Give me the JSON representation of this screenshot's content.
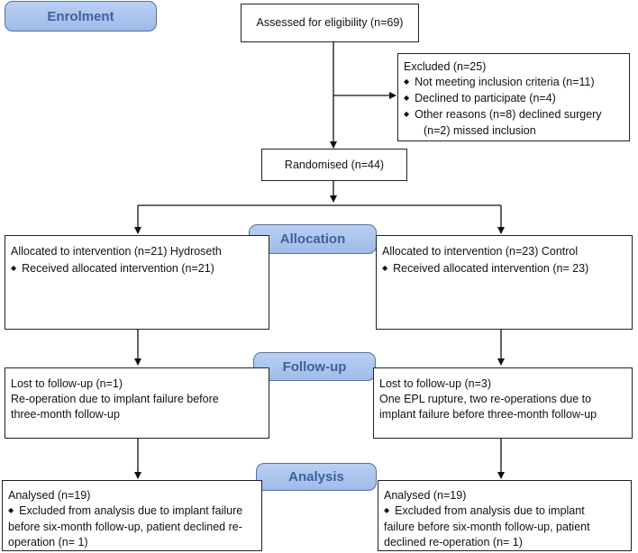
{
  "stages": {
    "enrolment": "Enrolment",
    "allocation": "Allocation",
    "followup": "Follow-up",
    "analysis": "Analysis"
  },
  "assessed": "Assessed for eligibility (n=69)",
  "excluded": {
    "title": "Excluded  (n=25)",
    "items": [
      "Not meeting inclusion criteria (n=11)",
      "Declined to participate (n=4)",
      "Other reasons (n=8) declined surgery"
    ],
    "sub": "(n=2) missed inclusion"
  },
  "randomised": "Randomised (n=44)",
  "allocation": {
    "left": {
      "title": "Allocated to intervention (n=21) Hydroseth",
      "bullet": "Received allocated intervention (n=21)"
    },
    "right": {
      "title": "Allocated to intervention (n=23) Control",
      "bullet": "Received allocated intervention (n= 23)"
    }
  },
  "followup": {
    "left": [
      "Lost to follow-up (n=1)",
      "Re-operation due to implant failure before",
      "three-month follow-up"
    ],
    "right": [
      "Lost to follow-up (n=3)",
      "One EPL rupture, two re-operations due to",
      "implant failure before three-month follow-up"
    ]
  },
  "analysis": {
    "left": {
      "title": "Analysed (n=19)",
      "bullet": "Excluded from analysis due to implant failure",
      "lines": [
        "before six-month follow-up, patient declined re-",
        "operation (n= 1)"
      ]
    },
    "right": {
      "title": "Analysed (n=19)",
      "bullet": "Excluded from analysis due to implant",
      "lines": [
        "failure before six-month follow-up, patient",
        "declined re-operation (n= 1)"
      ]
    }
  }
}
